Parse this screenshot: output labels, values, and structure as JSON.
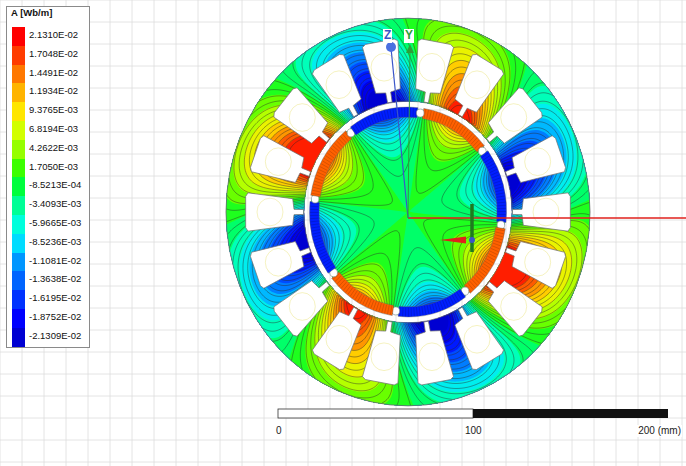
{
  "diagram": {
    "labels": [
      "A [Wb/m]",
      "Z",
      "Y",
      "0",
      "100",
      "200 (mm)"
    ],
    "legend": [
      {
        "text": "2.1310E-02",
        "color": "#ff0000"
      },
      {
        "text": "1.7048E-02",
        "color": "#ff3c00"
      },
      {
        "text": "1.4491E-02",
        "color": "#ff7800"
      },
      {
        "text": "1.1934E-02",
        "color": "#ffb400"
      },
      {
        "text": "9.3765E-03",
        "color": "#ffe600"
      },
      {
        "text": "6.8194E-03",
        "color": "#d2ff00"
      },
      {
        "text": "4.2622E-03",
        "color": "#96ff00"
      },
      {
        "text": "1.7050E-03",
        "color": "#3cff00"
      },
      {
        "text": "-8.5213E-04",
        "color": "#00ff3c"
      },
      {
        "text": "-3.4093E-03",
        "color": "#00ff96"
      },
      {
        "text": "-5.9665E-03",
        "color": "#00ffdc"
      },
      {
        "text": "-8.5236E-03",
        "color": "#00dcff"
      },
      {
        "text": "-1.1081E-02",
        "color": "#0096ff"
      },
      {
        "text": "-1.3638E-02",
        "color": "#0064ff"
      },
      {
        "text": "-1.6195E-02",
        "color": "#0032ff"
      },
      {
        "text": "-1.8752E-02",
        "color": "#0000ff"
      },
      {
        "text": "-2.1309E-02",
        "color": "#0000d2"
      }
    ]
  }
}
